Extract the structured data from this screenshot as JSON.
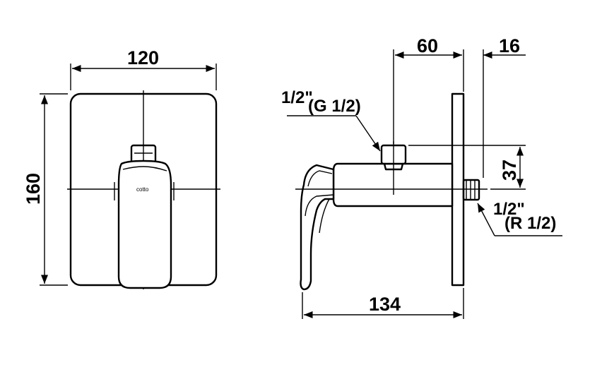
{
  "front_view": {
    "width_dim": "120",
    "height_dim": "160",
    "handle_logo": "cotto"
  },
  "side_view": {
    "depth_dim": "60",
    "plate_dim": "16",
    "offset_dim": "37",
    "length_dim": "134",
    "inlet_fraction": "1/2\"",
    "inlet_thread": "(G 1/2)",
    "outlet_fraction": "1/2\"",
    "outlet_thread": "(R 1/2)"
  }
}
